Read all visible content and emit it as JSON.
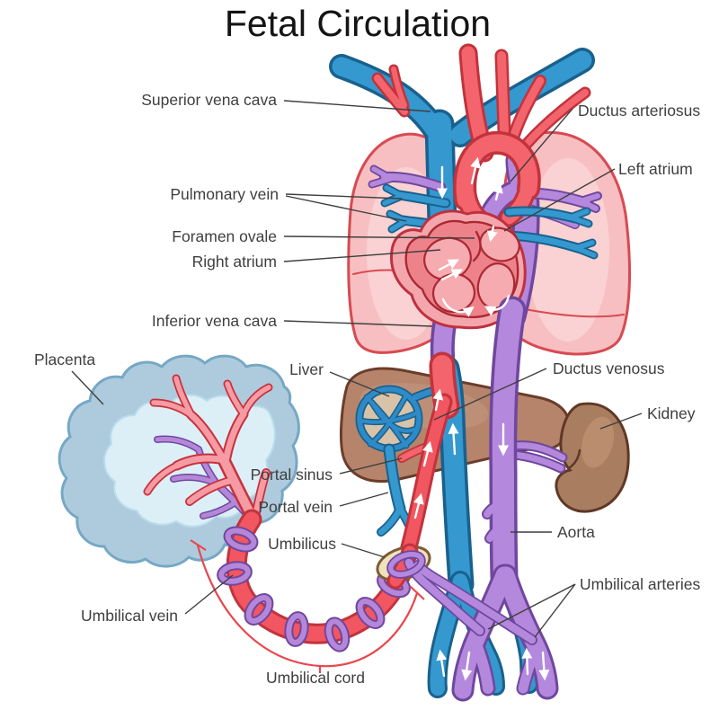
{
  "title": "Fetal Circulation",
  "labels": {
    "superior_vena_cava": "Superior vena cava",
    "ductus_arteriosus": "Ductus arteriosus",
    "left_atrium": "Left atrium",
    "pulmonary_vein": "Pulmonary vein",
    "foramen_ovale": "Foramen ovale",
    "right_atrium": "Right atrium",
    "inferior_vena_cava": "Inferior vena cava",
    "placenta": "Placenta",
    "liver": "Liver",
    "ductus_venosus": "Ductus venosus",
    "kidney": "Kidney",
    "portal_sinus": "Portal sinus",
    "portal_vein": "Portal vein",
    "umbilicus": "Umbilicus",
    "aorta": "Aorta",
    "umbilical_arteries": "Umbilical arteries",
    "umbilical_vein": "Umbilical vein",
    "umbilical_cord": "Umbilical cord"
  },
  "colors": {
    "oxygenated_red": "#F4646C",
    "deoxygenated_blue": "#3598CF",
    "mixed_purple": "#B488DC",
    "lung_pink": "#F7BFC1",
    "heart_pink": "#F3A7AC",
    "liver_brown": "#B5846B",
    "kidney_brown": "#A97D60",
    "placenta_blue": "#AECBDD",
    "umbilicus_tan": "#EFE3BC",
    "label_text": "#3F3F3F",
    "bracket_red": "#E8474F"
  }
}
